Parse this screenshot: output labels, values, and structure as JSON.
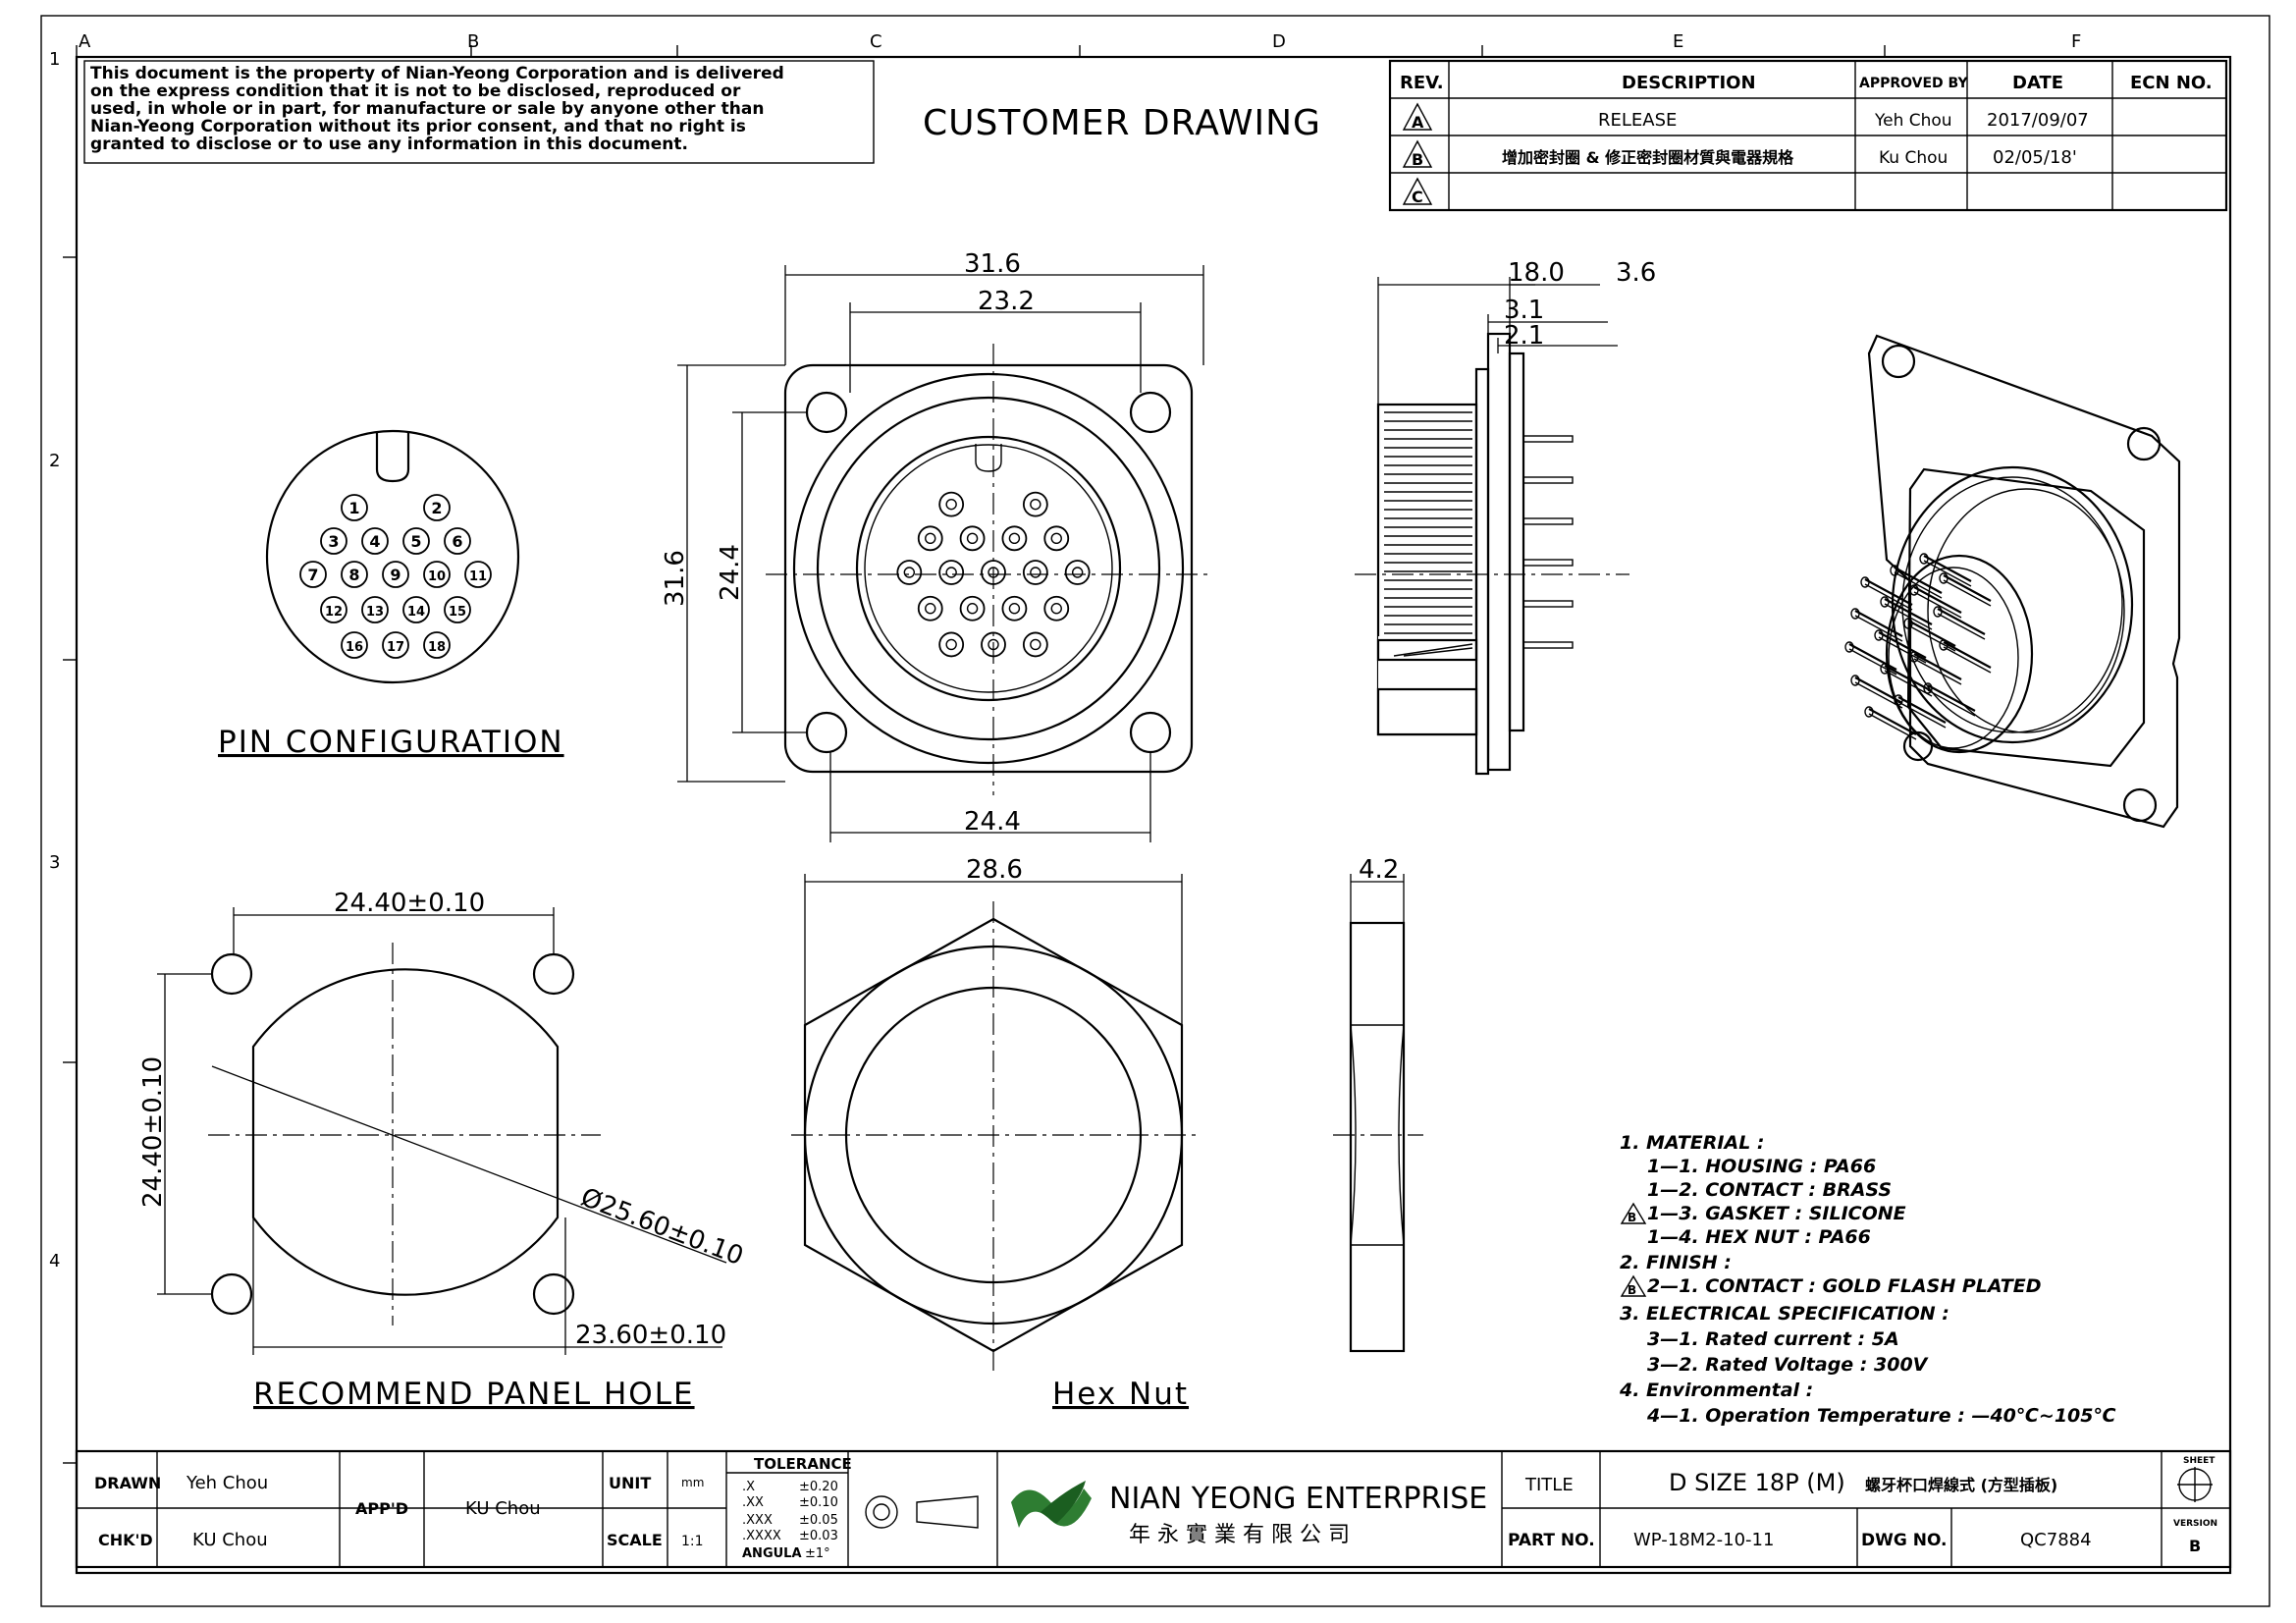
{
  "zone_letters": [
    "A",
    "B",
    "C",
    "D",
    "E",
    "F"
  ],
  "zone_numbers": [
    "1",
    "2",
    "3",
    "4"
  ],
  "disclaimer": [
    "This document is the property of Nian-Yeong Corporation and is delivered",
    "on  the  express condition that it is not to be disclosed, reproduced or",
    "used, in whole or in part, for manufacture or sale by anyone other than",
    "Nian-Yeong Corporation without  its prior consent, and that  no right  is",
    "granted to disclose or to use any information in this  document."
  ],
  "heading": "CUSTOMER  DRAWING",
  "revision_table": {
    "headers": [
      "REV.",
      "DESCRIPTION",
      "APPROVED BY",
      "DATE",
      "ECN NO."
    ],
    "rows": [
      {
        "rev": "A",
        "description": "RELEASE",
        "approved_by": "Yeh Chou",
        "date": "2017/09/07",
        "ecn": ""
      },
      {
        "rev": "B",
        "description": "增加密封圈  &  修正密封圈材質與電器規格",
        "approved_by": "Ku Chou",
        "date": "02/05/18'",
        "ecn": ""
      },
      {
        "rev": "C",
        "description": "",
        "approved_by": "",
        "date": "",
        "ecn": ""
      }
    ]
  },
  "pin_configuration": {
    "title": "PIN  CONFIGURATION",
    "pins": [
      "1",
      "2",
      "3",
      "4",
      "5",
      "6",
      "7",
      "8",
      "9",
      "10",
      "11",
      "12",
      "13",
      "14",
      "15",
      "16",
      "17",
      "18"
    ]
  },
  "front_view": {
    "dims": [
      "31.6",
      "23.2",
      "31.6",
      "24.4",
      "24.4"
    ]
  },
  "side_view": {
    "dims": [
      "18.0",
      "3.6",
      "3.1",
      "2.1"
    ]
  },
  "panel_hole": {
    "title": "RECOMMEND  PANEL  HOLE",
    "dims": [
      "24.40±0.10",
      "24.40±0.10",
      "Ø25.60±0.10",
      "23.60±0.10"
    ]
  },
  "hex_nut": {
    "title": "Hex  Nut",
    "dims": [
      "28.6",
      "4.2"
    ]
  },
  "notes": [
    "1.  MATERIAL  :",
    "1—1.  HOUSING  :  PA66",
    "1—2.  CONTACT  :  BRASS",
    "1—3.  GASKET  :  SILICONE",
    "1—4.  HEX  NUT  :  PA66",
    "2.  FINISH  :",
    "2—1.  CONTACT  :  GOLD  FLASH  PLATED",
    "3.  ELECTRICAL  SPECIFICATION  :",
    "3—1.  Rated  current  :  5A",
    "3—2.  Rated  Voltage  :  300V",
    "4.  Environmental  :",
    "4—1.  Operation  Temperature  :  —40℃~105℃"
  ],
  "note_markers": {
    "gasket": "B",
    "contact": "B"
  },
  "title_block": {
    "drawn_label": "DRAWN",
    "drawn_value": "Yeh Chou",
    "chkd_label": "CHK'D",
    "chkd_value": "KU Chou",
    "appd_label": "APP'D",
    "appd_value": "KU Chou",
    "unit_label": "UNIT",
    "unit_value": "mm",
    "scale_label": "SCALE",
    "scale_value": "1:1",
    "tolerance_label": "TOLERANCE",
    "tolerance_rows": [
      [
        ".X",
        "±0.20"
      ],
      [
        ".XX",
        "±0.10"
      ],
      [
        ".XXX",
        "±0.05"
      ],
      [
        ".XXXX",
        "±0.03"
      ],
      [
        "ANGULA",
        "±1°"
      ]
    ],
    "company_en": "NIAN YEONG ENTERPRISE",
    "company_zh": "年 永 實 業 有 限 公 司",
    "title_label": "TITLE",
    "title_value": "D  SIZE  18P  (M)",
    "title_value_zh": "螺牙杯口焊線式  (方型插板)",
    "part_no_label": "PART NO.",
    "part_no_value": "WP-18M2-10-11",
    "dwg_no_label": "DWG NO.",
    "dwg_no_value": "QC7884",
    "sheet_label": "SHEET",
    "version_label": "VERSION",
    "version_value": "B"
  },
  "colors": {
    "line": "#000000",
    "paper": "#ffffff",
    "logo_green": "#2e7d32"
  }
}
